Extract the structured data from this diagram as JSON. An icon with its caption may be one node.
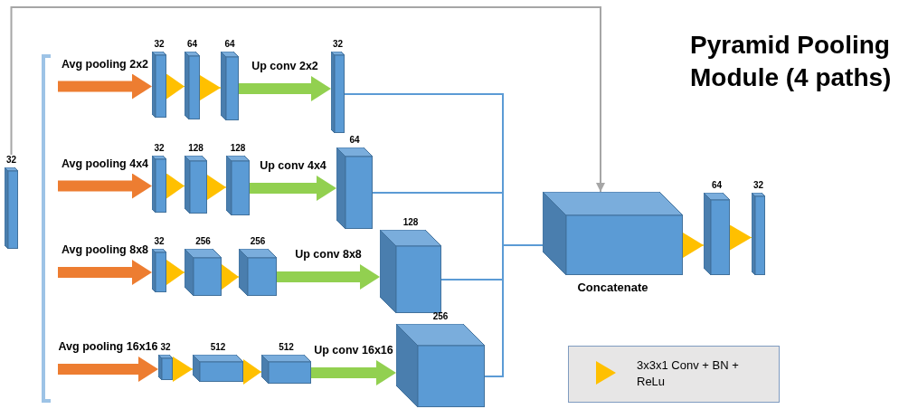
{
  "diagram": {
    "title": "Pyramid Pooling Module (4 paths)",
    "nodes": [
      {
        "text": [
          "32"
        ]
      },
      {
        "text": [
          "32"
        ]
      },
      {
        "text": [
          "64"
        ]
      },
      {
        "text": [
          "64"
        ]
      },
      {
        "text": [
          "32"
        ]
      },
      {
        "text": [
          "32"
        ]
      },
      {
        "text": [
          "128"
        ]
      },
      {
        "text": [
          "128"
        ]
      },
      {
        "text": [
          "64"
        ]
      },
      {
        "text": [
          "32"
        ]
      },
      {
        "text": [
          "256"
        ]
      },
      {
        "text": [
          "256"
        ]
      },
      {
        "text": [
          "128"
        ]
      },
      {
        "text": [
          "32"
        ]
      },
      {
        "text": [
          "512"
        ]
      },
      {
        "text": [
          "512"
        ]
      },
      {
        "text": [
          "256"
        ]
      },
      {
        "text": [
          "Concatenate"
        ]
      },
      {
        "text": [
          "64"
        ]
      },
      {
        "text": [
          "32"
        ]
      }
    ],
    "edges": [
      {
        "from": 0,
        "to": 17,
        "arrow": "to",
        "color": "#a6a6a6"
      },
      {
        "from": null,
        "to": 1,
        "arrow": "to",
        "label": "Avg pooling 2x2",
        "style": "thick",
        "color": "#ed7d31"
      },
      {
        "from": 1,
        "to": 2,
        "arrow": "to"
      },
      {
        "from": 2,
        "to": 3,
        "arrow": "to"
      },
      {
        "from": 3,
        "to": 4,
        "arrow": "to",
        "label": "Up conv 2x2",
        "style": "thick",
        "color": "#92d050"
      },
      {
        "from": 4,
        "to": 17,
        "arrow": "none",
        "color": "#5b9bd5"
      },
      {
        "from": null,
        "to": 5,
        "arrow": "to",
        "label": "Avg pooling 4x4",
        "style": "thick",
        "color": "#ed7d31"
      },
      {
        "from": 5,
        "to": 6,
        "arrow": "to"
      },
      {
        "from": 6,
        "to": 7,
        "arrow": "to"
      },
      {
        "from": 7,
        "to": 8,
        "arrow": "to",
        "label": "Up conv 4x4",
        "style": "thick",
        "color": "#92d050"
      },
      {
        "from": 8,
        "to": 17,
        "arrow": "none",
        "color": "#5b9bd5"
      },
      {
        "from": null,
        "to": 9,
        "arrow": "to",
        "label": "Avg pooling 8x8",
        "style": "thick",
        "color": "#ed7d31"
      },
      {
        "from": 9,
        "to": 10,
        "arrow": "to"
      },
      {
        "from": 10,
        "to": 11,
        "arrow": "to"
      },
      {
        "from": 11,
        "to": 12,
        "arrow": "to",
        "label": "Up conv 8x8",
        "style": "thick",
        "color": "#92d050"
      },
      {
        "from": 12,
        "to": 17,
        "arrow": "none",
        "color": "#5b9bd5"
      },
      {
        "from": null,
        "to": 13,
        "arrow": "to",
        "label": "Avg pooling 16x16",
        "style": "thick",
        "color": "#ed7d31"
      },
      {
        "from": 13,
        "to": 14,
        "arrow": "to"
      },
      {
        "from": 14,
        "to": 15,
        "arrow": "to"
      },
      {
        "from": 15,
        "to": 16,
        "arrow": "to",
        "label": "Up conv 16x16",
        "style": "thick",
        "color": "#92d050"
      },
      {
        "from": 16,
        "to": 17,
        "arrow": "none",
        "color": "#5b9bd5"
      },
      {
        "from": 17,
        "to": 18,
        "arrow": "to"
      },
      {
        "from": 18,
        "to": 19,
        "arrow": "to"
      }
    ],
    "legend": [
      {
        "text": "3x3x1 Conv + BN + ReLu"
      }
    ]
  }
}
